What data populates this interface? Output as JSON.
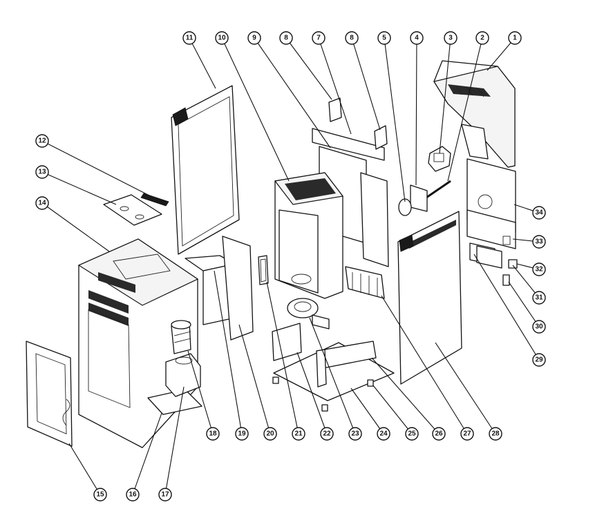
{
  "callouts": [
    "1",
    "2",
    "3",
    "4",
    "5",
    "7",
    "8",
    "8",
    "9",
    "10",
    "11",
    "12",
    "13",
    "14",
    "15",
    "16",
    "17",
    "18",
    "19",
    "20",
    "21",
    "22",
    "23",
    "24",
    "25",
    "26",
    "27",
    "28",
    "29",
    "30",
    "31",
    "32",
    "33",
    "34"
  ]
}
